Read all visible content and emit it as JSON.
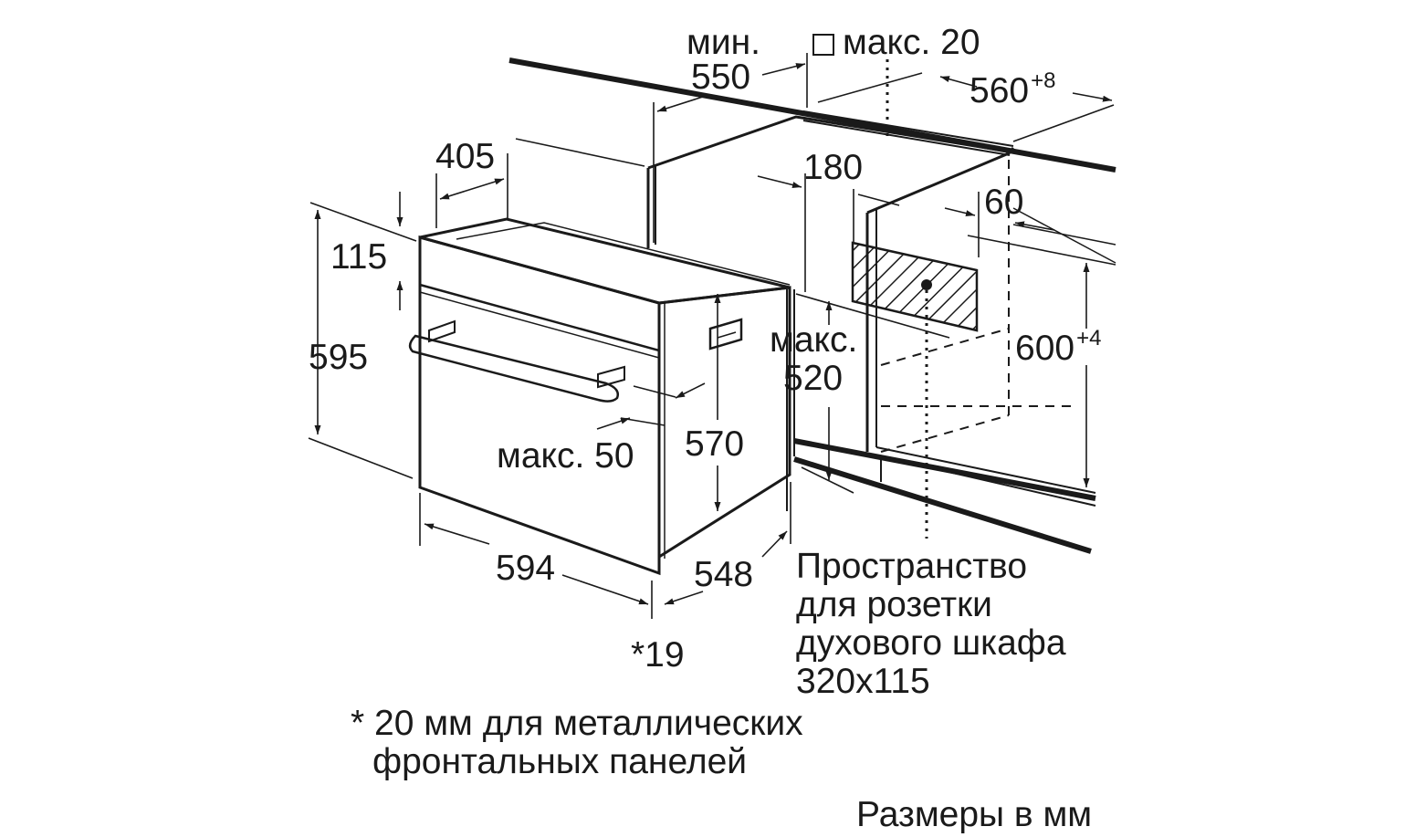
{
  "diagram": {
    "dimensions": {
      "min_label": "мин.",
      "min_value": "550",
      "max20": "макс. 20",
      "width560": "560",
      "width560_tol": "+8",
      "depth405": "405",
      "d180": "180",
      "d60": "60",
      "d115": "115",
      "h595": "595",
      "max_label": "макс.",
      "max520": "520",
      "h600": "600",
      "h600_tol": "+4",
      "h570": "570",
      "max50": "макс. 50",
      "w594": "594",
      "d548": "548",
      "star19": "*19"
    },
    "socket_note": {
      "line1": "Пространство",
      "line2": "для розетки",
      "line3": "духового шкафа",
      "line4": "320x115"
    },
    "footnote": {
      "line1": "* 20 мм для металлических",
      "line2": "фронтальных панелей"
    },
    "units_note": "Размеры в мм",
    "colors": {
      "ink": "#1a1a1a",
      "background": "#ffffff"
    }
  }
}
